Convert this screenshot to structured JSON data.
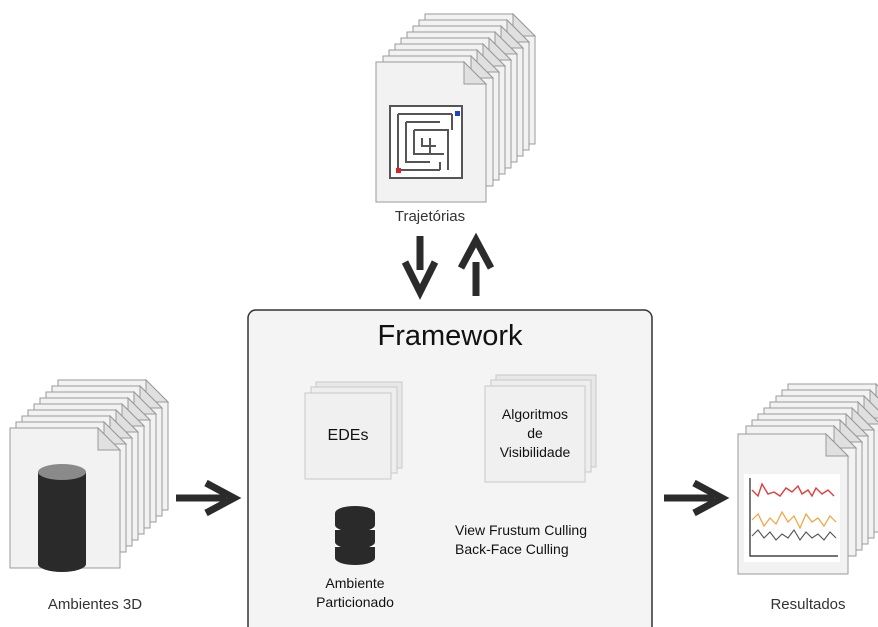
{
  "trajetorias": {
    "label": "Trajetórias"
  },
  "ambientes": {
    "label": "Ambientes 3D"
  },
  "resultados": {
    "label": "Resultados"
  },
  "framework": {
    "title": "Framework",
    "edes": "EDEs",
    "algoritmos_line1": "Algoritmos",
    "algoritmos_line2": "de",
    "algoritmos_line3": "Visibilidade",
    "culling_line1": "View Frustum Culling",
    "culling_line2": "Back-Face Culling",
    "particionado_line1": "Ambiente",
    "particionado_line2": "Particionado"
  },
  "colors": {
    "page_fill": "#f2f2f2",
    "page_stroke": "#9a9a9a",
    "arrow": "#2b2b2b",
    "framework_fill": "#f4f4f4",
    "chart_red": "#e23b3b",
    "chart_orange": "#f2a23a",
    "maze_start": "#e02020",
    "maze_end": "#2040d0"
  }
}
